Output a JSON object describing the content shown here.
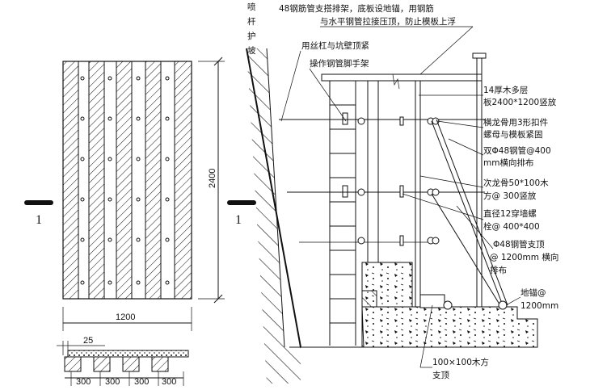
{
  "left": {
    "height_dim": "2400",
    "width_dim": "1200",
    "edge_dim": "25",
    "spacing_dims": [
      "300",
      "300",
      "300",
      "300"
    ],
    "section_left": "1",
    "section_right": "1"
  },
  "labels": {
    "shotcrete": [
      "喷",
      "杆",
      "护",
      "坡"
    ],
    "top_note_1": "48钢筋管支搭排架，底板设地锚，用钢筋",
    "top_note_2": "与水平钢管拉接压顶，防止模板上浮",
    "screw_bar": "用丝杠与坑壁顶紧",
    "scaffold": "操作钢管脚手架",
    "plywood_1": "14厚木多层",
    "plywood_2": "板2400*1200竖放",
    "main_rib_1": "横龙骨用3形扣件",
    "main_rib_2": "螺母与模板紧固",
    "dbl_pipe_1": "双Φ48钢管@400",
    "dbl_pipe_2": "mm横向排布",
    "sec_rib_1": "次龙骨50*100木",
    "sec_rib_2": "方@ 300竖放",
    "tie_bolt_1": "直径12穿墙螺",
    "tie_bolt_2": "栓@ 400*400",
    "brace_1": "Φ48钢管支顶",
    "brace_2": "@ 1200mm 横向",
    "brace_3": "排布",
    "anchor_1": "地锚@",
    "anchor_2": "1200mm",
    "timber_1": "100×100木方",
    "timber_2": "支顶"
  }
}
